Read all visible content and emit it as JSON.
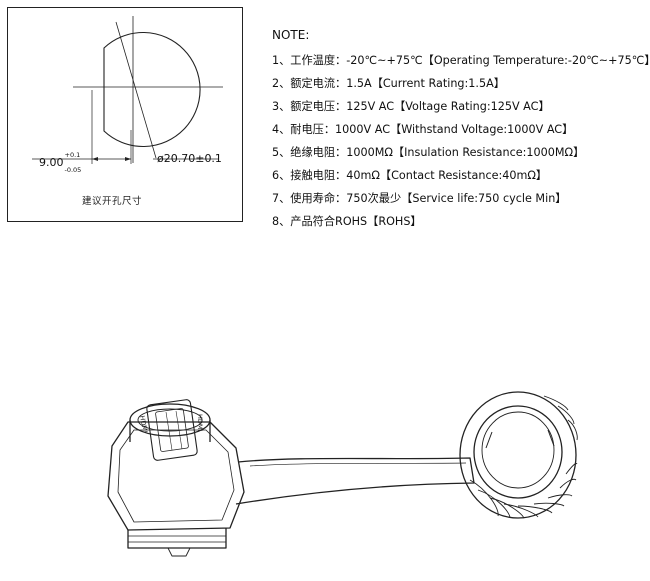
{
  "drawing": {
    "caption": "建议开孔尺寸",
    "dim_flat_main": "9.00",
    "dim_flat_upper": "+0.1",
    "dim_flat_lower": "-0.05",
    "dim_diameter": "ø20.70±0.1"
  },
  "notes": {
    "title": "NOTE:",
    "items": [
      "1、工作温度：-20℃~+75℃【Operating Temperature:-20℃~+75℃】",
      "2、额定电流：1.5A【Current Rating:1.5A】",
      "3、额定电压：125V AC【Voltage Rating:125V AC】",
      "4、耐电压：1000V AC【Withstand Voltage:1000V AC】",
      "5、绝缘电阻：1000MΩ【Insulation Resistance:1000MΩ】",
      "6、接触电阻：40mΩ【Contact Resistance:40mΩ】",
      "7、使用寿命：750次最少【Service life:750 cycle Min】",
      "8、产品符合ROHS【ROHS】"
    ]
  },
  "product": {
    "icons": [
      "hdmi-connector-illustration"
    ],
    "body_label_1": "HDMI",
    "body_label_2": "HDMI"
  },
  "colors": {
    "line": "#222222",
    "text": "#111111",
    "background": "#ffffff"
  }
}
